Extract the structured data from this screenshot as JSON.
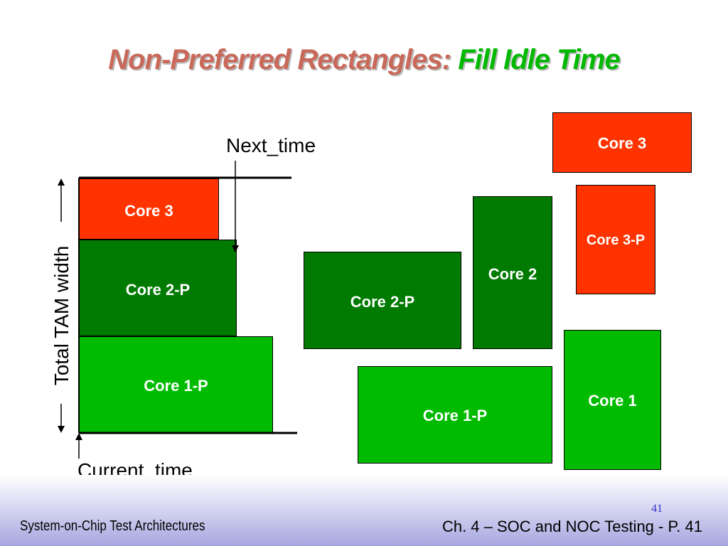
{
  "title": {
    "part1": "Non-Preferred Rectangles:",
    "part2": "Fill Idle Time"
  },
  "left_stack": {
    "core3": "Core 3",
    "core2p": "Core 2-P",
    "core1p": "Core 1-P"
  },
  "labels": {
    "next_time": "Next_time",
    "current_time": "Current_time",
    "tam_width": "Total TAM width"
  },
  "right_pieces": {
    "core3": "Core 3",
    "core3p": "Core 3-P",
    "core2": "Core 2",
    "core2p": "Core 2-P",
    "core1p": "Core 1-P",
    "core1": "Core 1"
  },
  "colors": {
    "red": "#ff3300",
    "dark_green": "#007a00",
    "light_green": "#00bb00",
    "title_red": "#c8695a",
    "title_green": "#00b800"
  },
  "footer": {
    "left": "System-on-Chip Test Architectures",
    "right": "Ch. 4 – SOC and NOC Testing - P. 41",
    "page_number": "41"
  }
}
